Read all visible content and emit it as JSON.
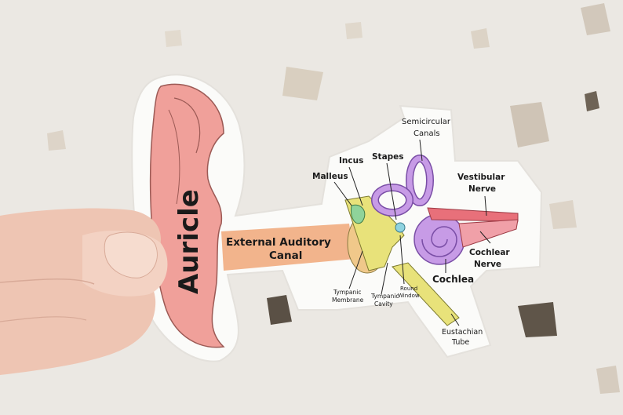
{
  "sticker": {
    "auricle": "Auricle",
    "canal_line1": "External Auditory",
    "canal_line2": "Canal",
    "semicircular_line1": "Semicircular",
    "semicircular_line2": "Canals",
    "incus": "Incus",
    "stapes": "Stapes",
    "malleus": "Malleus",
    "vestibular_line1": "Vestibular",
    "vestibular_line2": "Nerve",
    "cochlear_line1": "Cochlear",
    "cochlear_line2": "Nerve",
    "cochlea": "Cochlea",
    "tympanic_membrane_line1": "Tympanic",
    "tympanic_membrane_line2": "Membrane",
    "tympanic_cavity_line1": "Tympanic",
    "tympanic_cavity_line2": "Cavity",
    "round_window_line1": "Round",
    "round_window_line2": "Window",
    "eustachian_line1": "Eustachian",
    "eustachian_line2": "Tube"
  },
  "colors": {
    "background": "#ece9e4",
    "auricle": "#f0a09a",
    "canal": "#f2b48c",
    "ossicles": "#e8e27a",
    "inner_ear": "#c79be6",
    "nerve": "#e8707a"
  }
}
